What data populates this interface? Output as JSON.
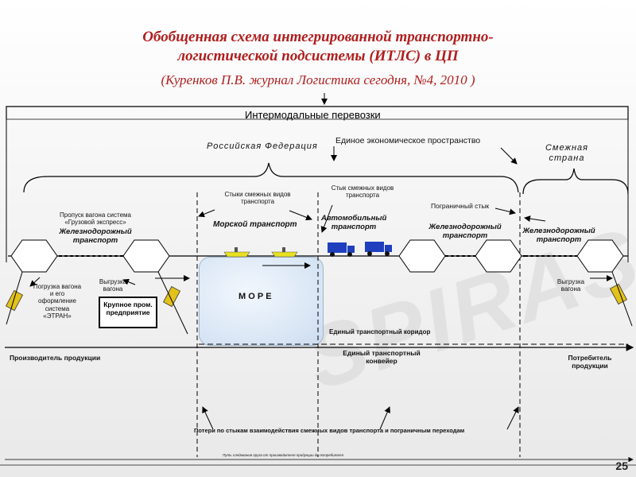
{
  "title": {
    "line1": "Обобщенная схема интегрированной транспортно-",
    "line2": "логистической подсистемы (ИТЛС) в ЦП",
    "line3": "(Куренков П.В. журнал Логистика сегодня, №4, 2010 )"
  },
  "labels": {
    "intermodal": "Интермодальные перевозки",
    "russia": "Российская Федерация",
    "economic_space": "Единое экономическое пространство",
    "adjacent_country": "Смежная страна",
    "junction_sea": "Стыки смежных видов транспорта",
    "junction_auto": "Стык смежных видов транспорта",
    "border_junction": "Пограничный стык",
    "wagon_pass": "Пропуск вагона система «Грузовой экспресс»",
    "rail_left": "Железнодорожный транспорт",
    "sea_transport": "Морской транспорт",
    "auto_transport": "Автомобильный транспорт",
    "rail_right1": "Железнодорожный транспорт",
    "rail_right2": "Железнодорожный транспорт",
    "loading": "Погрузка вагона и его оформление система «ЭТРАН»",
    "unloading_left": "Выгрузка вагона",
    "unloading_right": "Выгрузка вагона",
    "big_enterprise": "Крупное пром. предприятие",
    "sea": "М О Р Е",
    "corridor": "Единый транспортный коридор",
    "producer": "Производитель продукции",
    "conveyor": "Единый транспортный конвейер",
    "consumer": "Потребитель продукции",
    "losses": "Потери по стыкам взаимодействия смежных видов транспорта и пограничным переходам",
    "bottom_note": "Путь следования груза от производителя продукции до потребителя",
    "page": "25"
  },
  "watermark": "SPIRAS",
  "colors": {
    "title": "#b01e1e",
    "truck": "#1f3fbf",
    "ship": "#e8e020",
    "wagon": "#e2c21a"
  }
}
